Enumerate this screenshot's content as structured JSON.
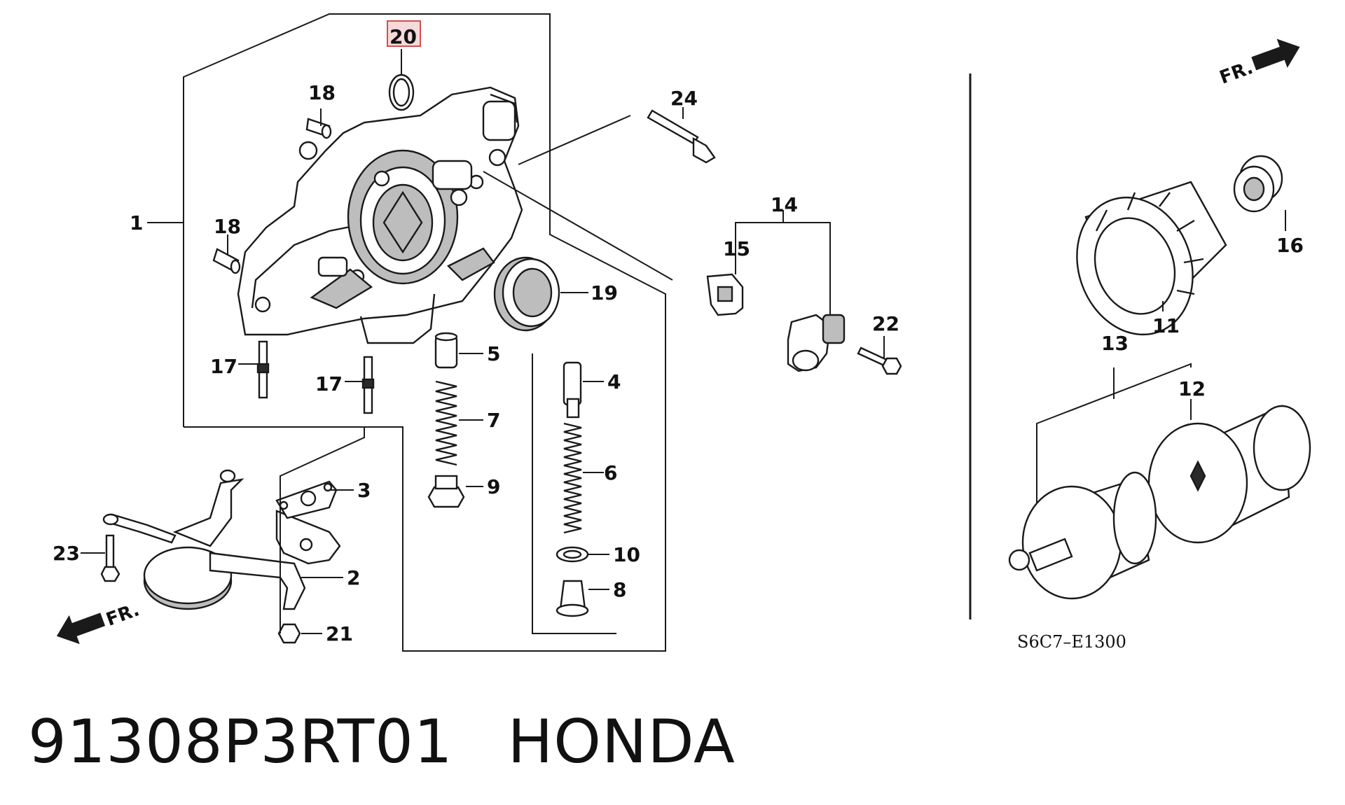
{
  "diagram": {
    "reference_code": "S6C7–E1300",
    "front_indicator": "FR.",
    "highlighted_callout": "20",
    "callouts": {
      "c1": "1",
      "c2": "2",
      "c3": "3",
      "c4": "4",
      "c5": "5",
      "c6": "6",
      "c7": "7",
      "c8": "8",
      "c9": "9",
      "c10": "10",
      "c11": "11",
      "c12": "12",
      "c13": "13",
      "c14": "14",
      "c15": "15",
      "c16": "16",
      "c17a": "17",
      "c17b": "17",
      "c18a": "18",
      "c18b": "18",
      "c19": "19",
      "c20": "20",
      "c21": "21",
      "c22": "22",
      "c23": "23",
      "c24": "24"
    }
  },
  "caption": {
    "part_number": "91308P3RT01",
    "brand": "HONDA"
  }
}
